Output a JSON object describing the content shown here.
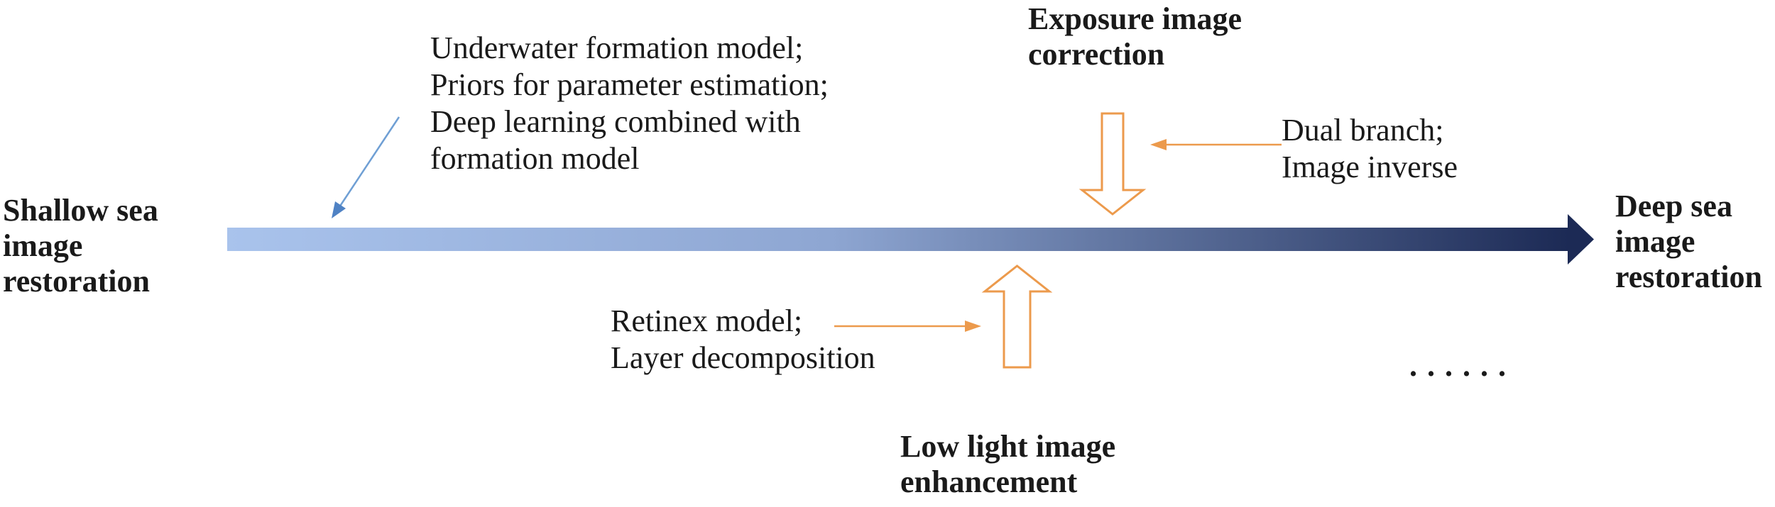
{
  "diagram": {
    "start_label": [
      "Shallow sea",
      "image",
      "restoration"
    ],
    "end_label": [
      "Deep sea",
      "image",
      "restoration"
    ],
    "top_stage": {
      "title": [
        "Exposure image",
        "correction"
      ],
      "methods": [
        "Dual branch;",
        "Image inverse"
      ]
    },
    "bottom_stage": {
      "title": [
        "Low light image",
        "enhancement"
      ],
      "methods": [
        "Retinex model;",
        "Layer decomposition"
      ]
    },
    "shallow_methods": [
      "Underwater formation model;",
      "Priors for parameter estimation;",
      "Deep learning combined with",
      "formation model"
    ],
    "ellipsis": "......",
    "colors": {
      "axis_start": "#a9c3ec",
      "axis_end": "#1c2a55",
      "blue_pointer": "#6f9fd4",
      "orange": "#ec9a4c",
      "text": "#1a1a1a"
    }
  }
}
